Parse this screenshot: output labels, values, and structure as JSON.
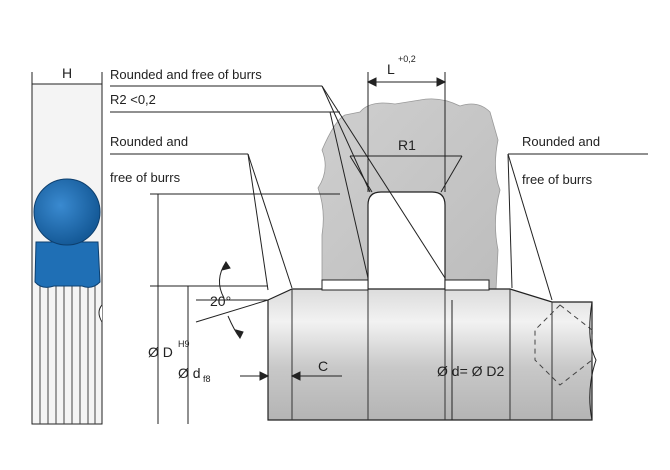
{
  "colors": {
    "seal_blue": "#1f6fb5",
    "shaft_gray": "#c9c9c9",
    "rock_gray": "#c4c4c4",
    "line": "#222222"
  },
  "labels": {
    "h": "H",
    "rounded_free_burrs_top": "Rounded and free of burrs",
    "r2": "R2 <0,2",
    "rounded_and_left": "Rounded and",
    "free_of_burrs_left": "free of burrs",
    "l": "L",
    "l_tol": "+0,2",
    "r1": "R1",
    "rounded_and_right": "Rounded and",
    "free_of_burrs_right": "free of burrs",
    "angle": "20°",
    "dia_d": "Ø D",
    "dia_d_tol": "H9",
    "dia_df": "Ø d",
    "dia_df_sub": "f8",
    "c": "C",
    "dia_d_eq": "Ø d= Ø D2"
  }
}
